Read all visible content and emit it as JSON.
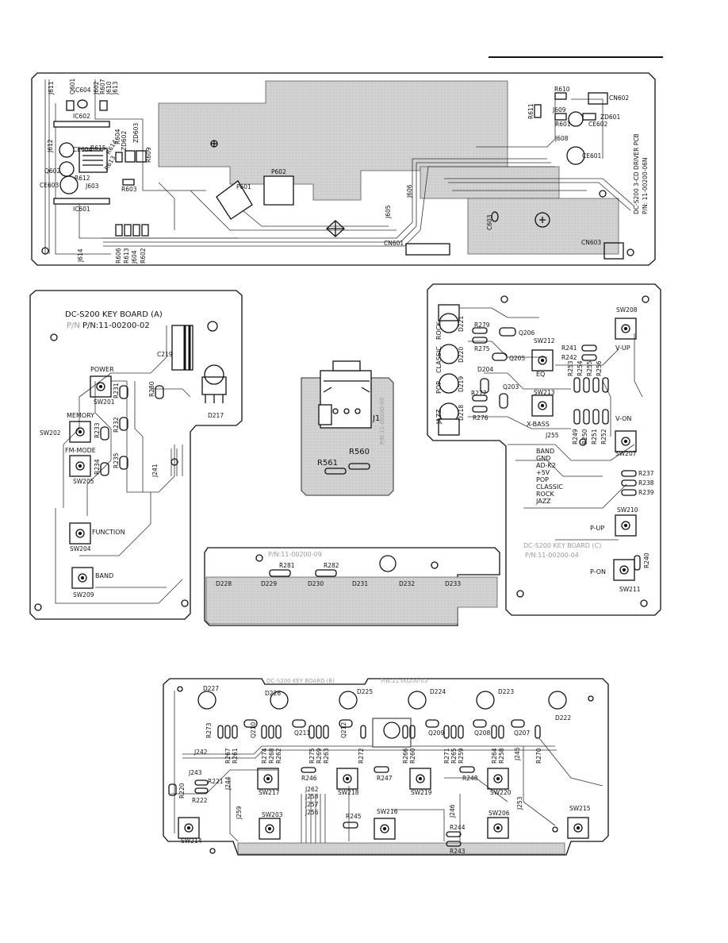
{
  "driver_board": {
    "title": "DC-S200 3-CD DRIVER PCB",
    "part_number": "P/N: 11-00200-06N",
    "labels": {
      "j611": "J611",
      "q601": "Q601",
      "c604": "C604",
      "j602": "J602",
      "r607": "R607",
      "j610": "J610",
      "j613": "J613",
      "ic602": "IC602",
      "ce604": "CE604",
      "r615": "R615",
      "j612": "J612",
      "r614": "R614",
      "r604": "R604",
      "zd603": "ZD603",
      "zd602": "ZD602",
      "r609": "R609",
      "q602": "Q602",
      "r612": "R612",
      "r613b": "R613",
      "ce603": "CE603",
      "j603": "J603",
      "r603": "R603",
      "ic601": "IC601",
      "j614": "J614",
      "r606": "R606",
      "r613": "R613",
      "j604": "J604",
      "r602": "R602",
      "p601": "P601",
      "p602": "P602",
      "j605": "J605",
      "j606": "J606",
      "cn601": "CN601",
      "c603": "C603",
      "r611": "R611",
      "r610": "R610",
      "cn602": "CN602",
      "j609": "J609",
      "zd601": "ZD601",
      "r601": "R601",
      "ce602": "CE602",
      "j608": "J608",
      "ce601": "CE601",
      "cn603": "CN603"
    }
  },
  "key_board_a": {
    "title": "DC-S200 KEY BOARD (A)",
    "part_number": "P/N:11-00200-02",
    "part_prefix_ghost": "P/N",
    "labels": {
      "c219": "C219",
      "d217": "D217",
      "r280": "R280",
      "r231": "R231",
      "r232": "R232",
      "r233": "R233",
      "r234": "R234",
      "r235": "R235",
      "j241": "J241"
    },
    "buttons": [
      {
        "label": "POWER",
        "ref": "SW201"
      },
      {
        "label": "MEMORY",
        "ref": "SW202"
      },
      {
        "label": "FM-MODE",
        "ref": "SW205"
      },
      {
        "label": "FUNCTION",
        "ref": "SW204"
      },
      {
        "label": "BAND",
        "ref": "SW209"
      }
    ]
  },
  "headphone_board": {
    "part_number": "P/N:11-00200-05",
    "labels": {
      "j1": "J1",
      "r560": "R560",
      "r561": "R561"
    }
  },
  "key_board_c": {
    "title": "DC-S200 KEY BOARD (C)",
    "part_number": "P/N:11-00200-04",
    "leds": [
      {
        "label": "ROCK",
        "ref": "D221"
      },
      {
        "label": "CLASSIC",
        "ref": "D220"
      },
      {
        "label": "POP",
        "ref": "D219"
      },
      {
        "label": "JAZZ",
        "ref": "D218"
      }
    ],
    "buttons": [
      {
        "label": "V-UP",
        "ref": "SW208"
      },
      {
        "label": "EQ",
        "ref": "SW212"
      },
      {
        "label": "X-BASS",
        "ref": "SW213"
      },
      {
        "label": "V-ON",
        "ref": "SW207"
      },
      {
        "label": "P-UP",
        "ref": "SW210"
      },
      {
        "label": "P-ON",
        "ref": "SW211"
      }
    ],
    "connector_pins": [
      "BAND",
      "GND",
      "AD-K2",
      "+5V",
      "POP",
      "CLASSIC",
      "ROCK",
      "JAZZ"
    ],
    "labels": {
      "r279": "R279",
      "r275": "R275",
      "q206": "Q206",
      "q205": "Q205",
      "d204": "D204",
      "r277": "R277",
      "r276": "R276",
      "q203": "Q203",
      "r241": "R241",
      "r242": "R242",
      "r253": "R253",
      "r254": "R254",
      "r255": "R255",
      "r256": "R256",
      "r249": "R249",
      "r250": "R250",
      "r251": "R251",
      "r252": "R252",
      "j255": "J255",
      "r237": "R237",
      "r238": "R238",
      "r239": "R239",
      "r240": "R240"
    }
  },
  "led_board": {
    "part_number": "P/N:11-00200-09",
    "resistors": [
      "R281",
      "R282"
    ],
    "leds": [
      "D228",
      "D229",
      "D230",
      "D231",
      "D232",
      "D233"
    ]
  },
  "key_board_b": {
    "title": "DC-S200 KEY BOARD (B)",
    "part_number": "P/N:11-00200-03",
    "leds": [
      "D227",
      "D226",
      "D225",
      "D224",
      "D223",
      "D222"
    ],
    "transistors": [
      "Q210",
      "Q211",
      "Q212",
      "Q209",
      "Q208",
      "Q207"
    ],
    "switches": [
      "SW214",
      "SW203",
      "SW217",
      "SW218",
      "SW216",
      "SW219",
      "SW220",
      "SW206",
      "SW215"
    ],
    "labels": {
      "r273": "R273",
      "r267": "R267",
      "r261": "R261",
      "j242": "J242",
      "r274": "R274",
      "r268": "R268",
      "r262": "R262",
      "r275": "R275",
      "r269": "R269",
      "r263": "R263",
      "r272": "R272",
      "r266": "R266",
      "r260": "R260",
      "r271": "R271",
      "r265": "R265",
      "r259": "R259",
      "r264": "R264",
      "r258": "R258",
      "j245": "J245",
      "r270": "R270",
      "j243": "J243",
      "r221": "R221",
      "r222": "R222",
      "r220": "R220",
      "j244": "J244",
      "r246": "R246",
      "r247": "R247",
      "r248": "R248",
      "j262": "J262",
      "j258": "J258",
      "j257": "J257",
      "j256": "J256",
      "j259": "J259",
      "r245": "R245",
      "j246": "J246",
      "j253": "J253",
      "r244": "R244",
      "r243": "R243"
    }
  }
}
